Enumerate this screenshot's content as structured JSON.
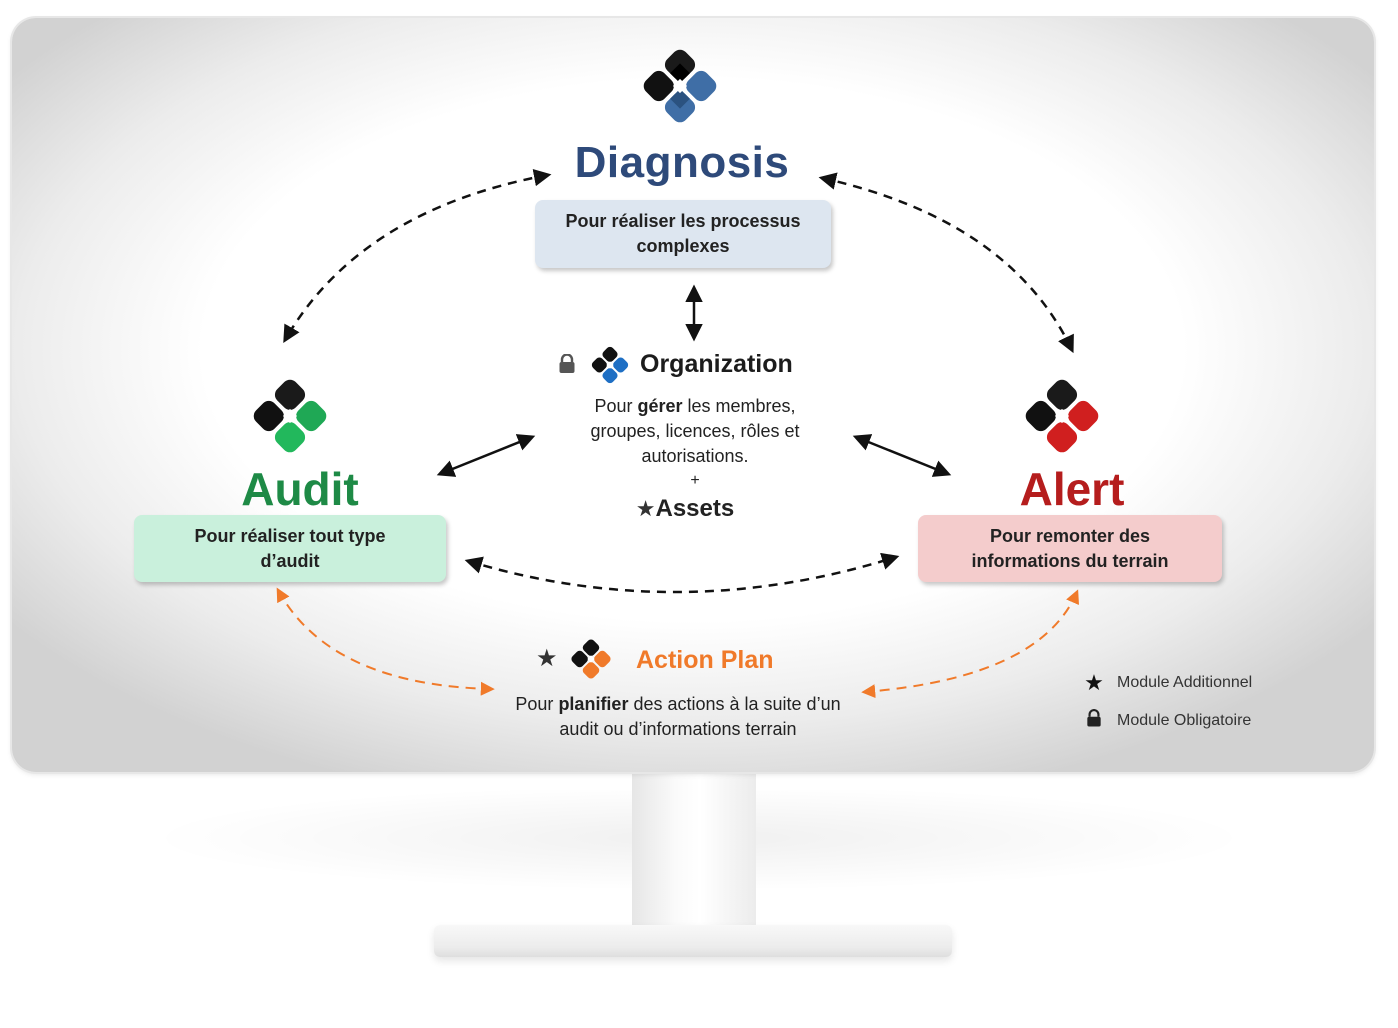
{
  "modules": {
    "diagnosis": {
      "title": "Diagnosis",
      "desc": "Pour réaliser les processus complexes",
      "logo_color": "#3f6ea6",
      "title_color": "#2e4a7a",
      "box_color": "#dde6f0"
    },
    "audit": {
      "title": "Audit",
      "desc": "Pour réaliser tout type d’audit",
      "logo_color": "#1fa855",
      "title_color": "#1e8a46",
      "box_color": "#c9f0dc"
    },
    "alert": {
      "title": "Alert",
      "desc": "Pour remonter des informations du terrain",
      "logo_color": "#d01f1f",
      "title_color": "#b51d1d",
      "box_color": "#f4cccc"
    },
    "organization": {
      "title": "Organization",
      "desc_prefix": "Pour ",
      "desc_bold": "gérer",
      "desc_rest": " les membres, groupes, licences, rôles et autorisations.",
      "plus": "+",
      "assets": "Assets",
      "logo_color": "#1e6fc4"
    },
    "action_plan": {
      "title": "Action Plan",
      "desc_prefix": "Pour ",
      "desc_bold": "planifier",
      "desc_rest": " des actions à la suite d’un audit ou d’informations terrain",
      "logo_color": "#f07a2a",
      "title_color": "#f07a2a"
    }
  },
  "legend": {
    "additional": "Module Additionnel",
    "mandatory": "Module Obligatoire"
  },
  "icons": {
    "star": "star-icon",
    "lock": "lock-icon"
  },
  "colors": {
    "dark_arrow": "#111111",
    "orange_arrow": "#f07a2a"
  }
}
